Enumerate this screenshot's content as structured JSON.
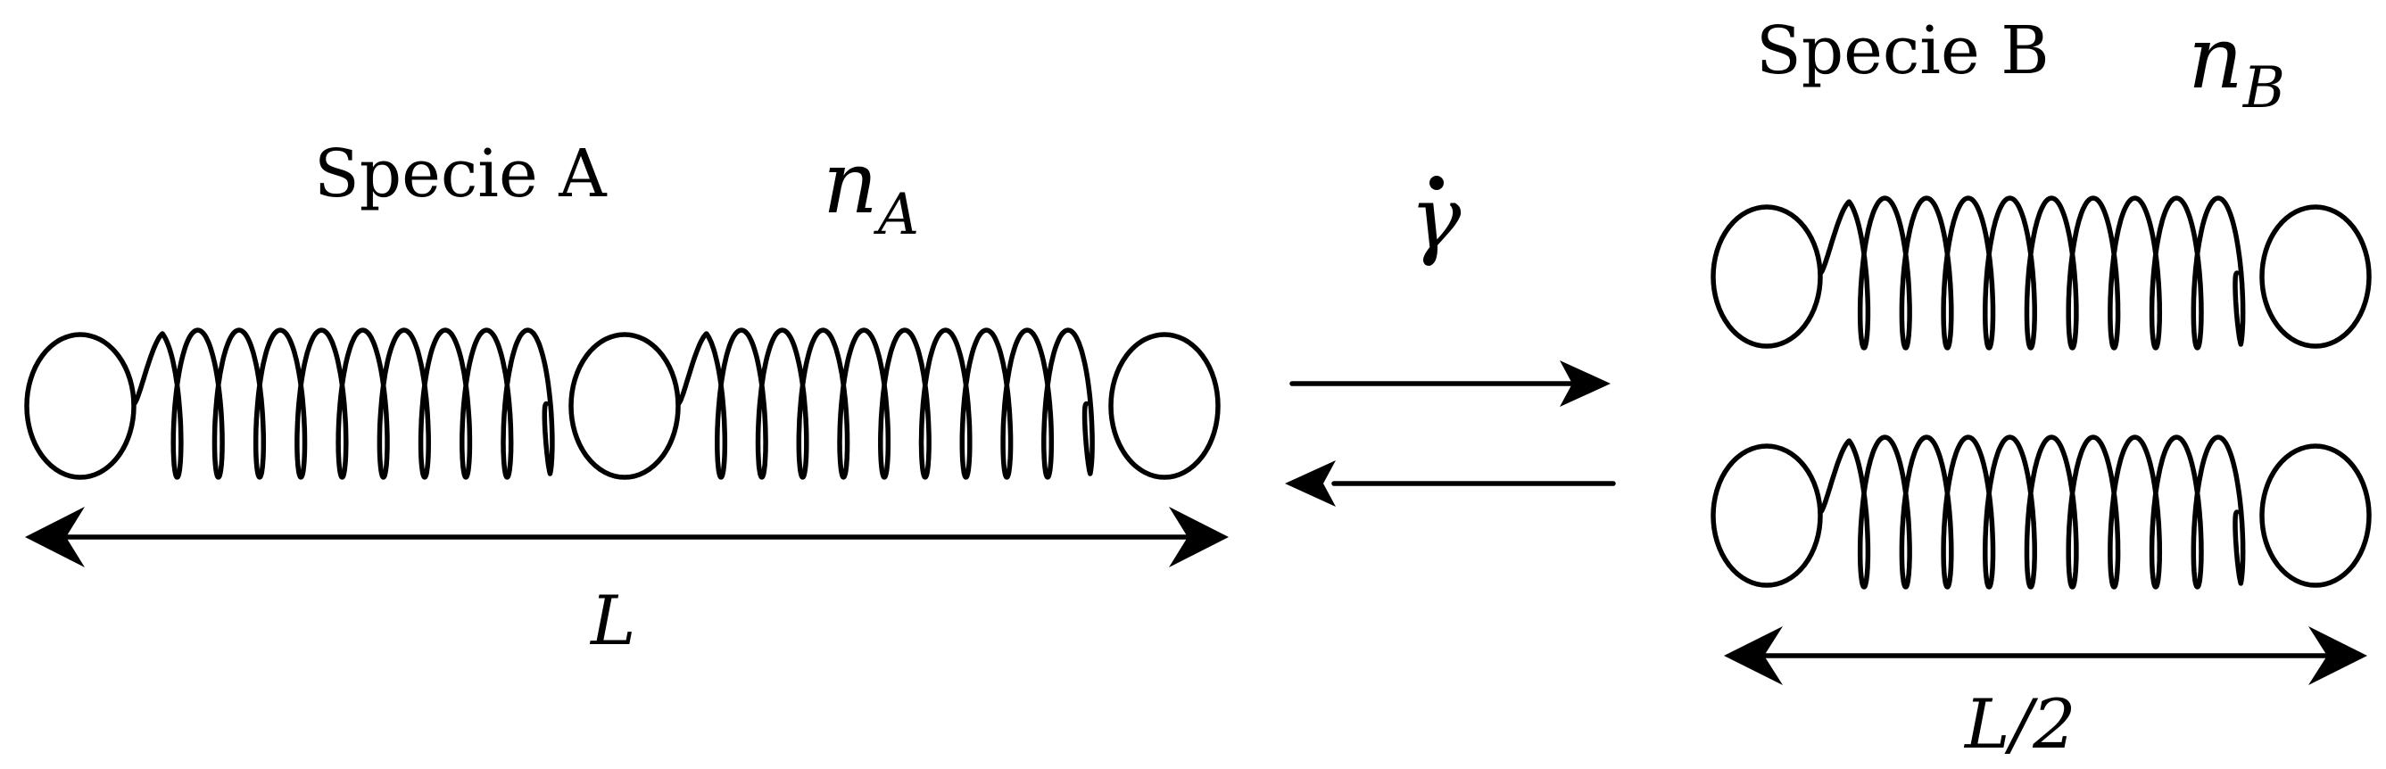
{
  "specie_a": {
    "label": "Specie A",
    "density_var": "n",
    "density_sub": "A",
    "length_label": "L"
  },
  "specie_b": {
    "label": "Specie B",
    "density_var": "n",
    "density_sub": "B",
    "length_label": "L/2"
  },
  "rate": {
    "symbol": "γ"
  },
  "colors": {
    "ink": "#000000",
    "background": "#ffffff"
  }
}
